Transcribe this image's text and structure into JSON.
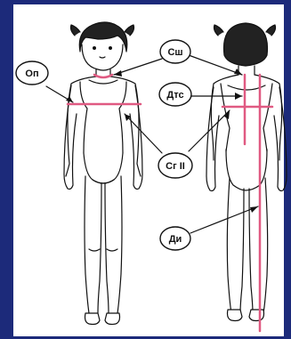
{
  "colors": {
    "frame": "#1c2a7a",
    "panel": "#ffffff",
    "outline": "#111111",
    "measure": "#e05a82"
  },
  "labels": {
    "op": "Оп",
    "ssh": "Сш",
    "dts": "Дтс",
    "sg": "Сг II",
    "di": "Ди"
  }
}
